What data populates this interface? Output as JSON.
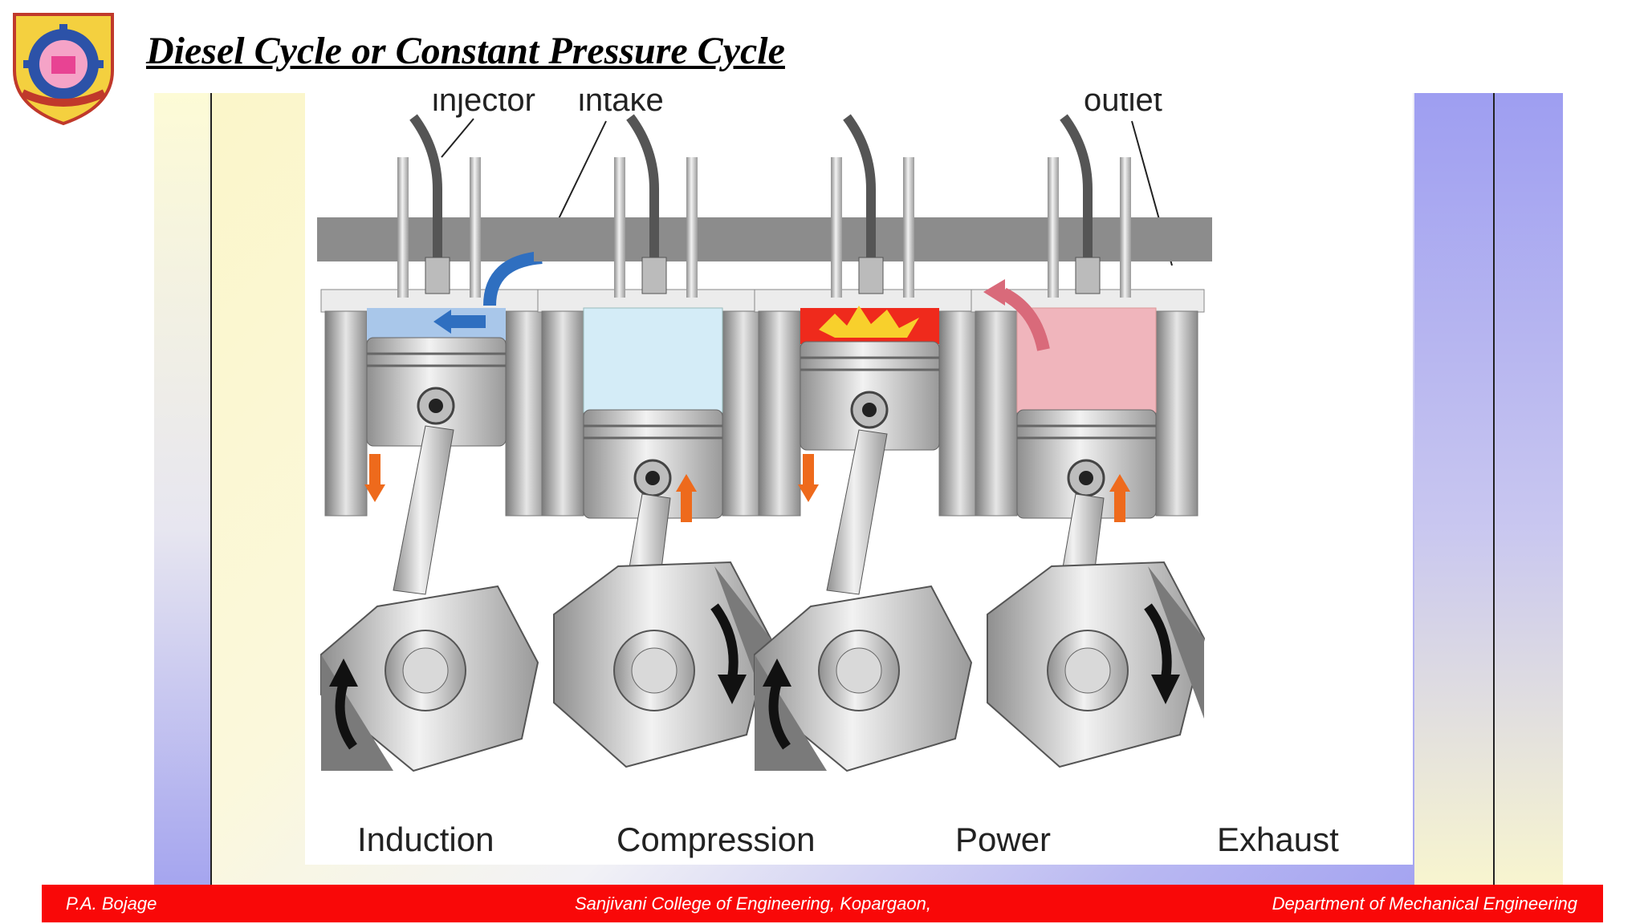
{
  "slide": {
    "title": "Diesel Cycle or Constant Pressure Cycle"
  },
  "logo": {
    "icon": "college-emblem",
    "colors": {
      "ring": "#f0c93a",
      "gear": "#2c52a8",
      "accent": "#d92a3a"
    }
  },
  "diagram": {
    "callouts": {
      "injector": "injector",
      "intake": "intake",
      "outlet": "outlet"
    },
    "strokes": [
      "Induction",
      "Compression",
      "Power",
      "Exhaust"
    ],
    "colors": {
      "intake_gas": "#9fc6ec",
      "compressed_air": "#d4ecf7",
      "combustion": "#ef2a1c",
      "exhaust_gas": "#f0b5bc",
      "piston_arrow": "#ee6a1c",
      "metal": "#c9c9c9"
    }
  },
  "footer": {
    "author": "P.A. Bojage",
    "college": "Sanjivani College of Engineering, Kopargaon,",
    "department": "Department of Mechanical Engineering",
    "color": "#f90808"
  }
}
